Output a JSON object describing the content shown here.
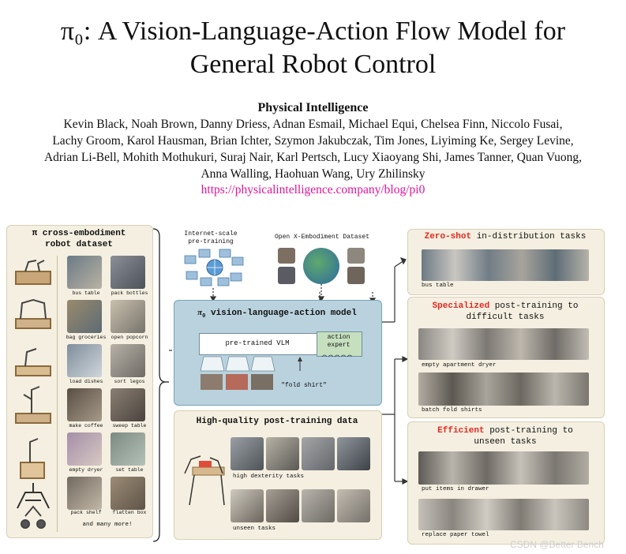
{
  "paper": {
    "title_line1": "π₀: A Vision-Language-Action Flow Model for",
    "title_line2": "General Robot Control",
    "affiliation": "Physical Intelligence",
    "authors_line1": "Kevin Black, Noah Brown, Danny Driess, Adnan Esmail, Michael Equi, Chelsea Finn, Niccolo Fusai,",
    "authors_line2": "Lachy Groom, Karol Hausman, Brian Ichter, Szymon Jakubczak, Tim Jones, Liyiming Ke, Sergey Levine,",
    "authors_line3": "Adrian Li-Bell, Mohith Mothukuri, Suraj Nair, Karl Pertsch, Lucy Xiaoyang Shi, James Tanner, Quan Vuong,",
    "authors_line4": "Anna Walling, Haohuan Wang, Ury Zhilinsky",
    "url": "https://physicalintelligence.company/blog/pi0"
  },
  "figure": {
    "left_panel": {
      "title_line1": "π cross-embodiment",
      "title_line2": "robot dataset",
      "tasks": [
        "bus table",
        "pack bottles",
        "bag groceries",
        "open popcorn",
        "load dishes",
        "sort legos",
        "make coffee",
        "sweep table",
        "empty dryer",
        "set table",
        "pack shelf",
        "flatten box"
      ],
      "more": "and many more!"
    },
    "internet_label_line1": "Internet-scale",
    "internet_label_line2": "pre-training",
    "oxe_label": "Open X-Embodiment Dataset",
    "model": {
      "title": "vision-language-action model",
      "pi": "π",
      "sub": "0",
      "vlm": "pre-trained VLM",
      "action_line1": "action",
      "action_line2": "expert",
      "prompt": "\"fold shirt\""
    },
    "post_training": {
      "title": "High-quality post-training data",
      "label1": "high dexterity tasks",
      "label2": "unseen tasks"
    },
    "right_top": {
      "highlight": "Zero-shot",
      "rest": " in-distribution tasks",
      "caption": "bus table"
    },
    "right_mid": {
      "highlight": "Specialized",
      "rest_line1": " post-training to",
      "line2": "difficult tasks",
      "cap1": "empty apartment dryer",
      "cap2": "batch fold shirts"
    },
    "right_bot": {
      "highlight": "Efficient",
      "rest_line1": " post-training to",
      "line2": "unseen tasks",
      "cap1": "put items in drawer",
      "cap2": "replace paper towel"
    }
  },
  "watermark": "CSDN @Better Bench",
  "colors": {
    "link": "#e0159a",
    "highlight": "#e8261f",
    "panel": "#f4efe0",
    "model_panel": "#b9d2de"
  }
}
